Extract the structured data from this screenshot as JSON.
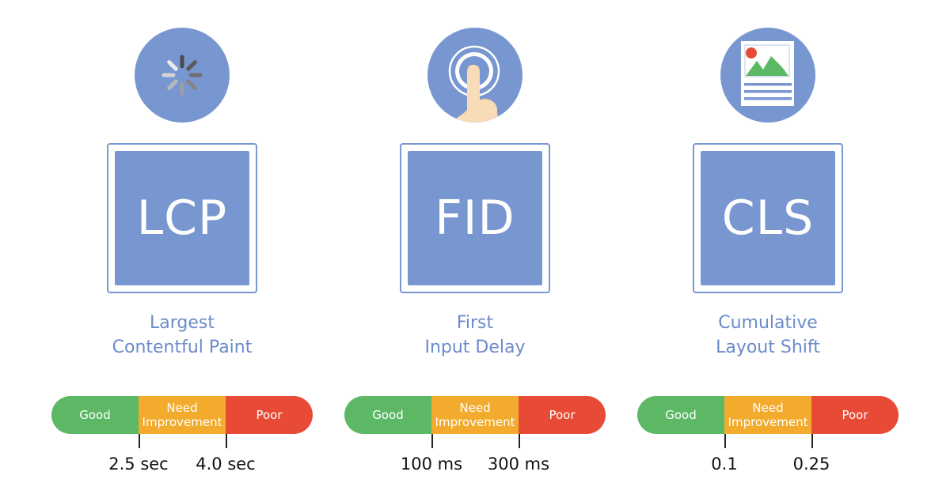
{
  "colors": {
    "accent": "#7897d1",
    "title_text": "#6b8bc9",
    "good": "#5cb865",
    "need_improvement": "#f2ab2d",
    "poor": "#e74a35"
  },
  "scale_labels": {
    "good": "Good",
    "need_line1": "Need",
    "need_line2": "Improvement",
    "poor": "Poor"
  },
  "metrics": [
    {
      "abbr": "LCP",
      "title_line1": "Largest",
      "title_line2": "Contentful Paint",
      "icon": "loading-spinner-icon",
      "thresholds": [
        "2.5 sec",
        "4.0 sec"
      ]
    },
    {
      "abbr": "FID",
      "title_line1": "First",
      "title_line2": "Input Delay",
      "icon": "finger-tap-icon",
      "thresholds": [
        "100 ms",
        "300 ms"
      ]
    },
    {
      "abbr": "CLS",
      "title_line1": "Cumulative",
      "title_line2": "Layout Shift",
      "icon": "document-image-icon",
      "thresholds": [
        "0.1",
        "0.25"
      ]
    }
  ]
}
